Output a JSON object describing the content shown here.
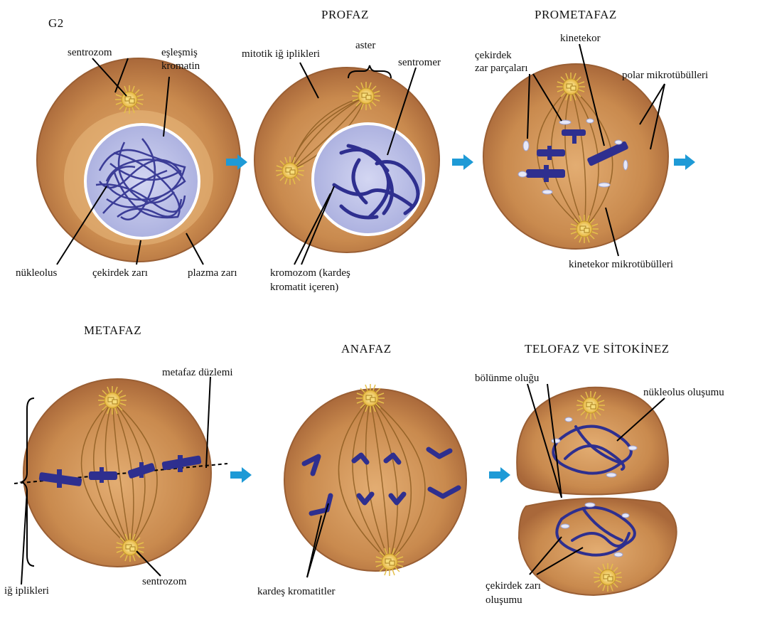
{
  "colors": {
    "cell_fill": "#c98a4e",
    "cell_inner": "#e0a96a",
    "cell_edge": "#a9683a",
    "chromosome": "#2e2f8f",
    "nucleus_fill": "#b9bde6",
    "spindle": "#8a5a1e",
    "centrosome": "#f3d06a",
    "arrow": "#1e9ad6",
    "leader": "#000000"
  },
  "stages": {
    "g2": {
      "title": "G2",
      "labels": {
        "centrosome": "sentrozom",
        "chromatin_1": "eşleşmiş",
        "chromatin_2": "kromatin",
        "nucleolus": "nükleolus",
        "nuclear_envelope": "çekirdek zarı",
        "plasma_membrane": "plazma zarı"
      }
    },
    "prophase": {
      "title": "PROFAZ",
      "labels": {
        "mitotic_spindle": "mitotik iğ iplikleri",
        "aster": "aster",
        "centromere": "sentromer",
        "chromosome_1": "kromozom (kardeş",
        "chromosome_2": "kromatit içeren)"
      }
    },
    "prometaphase": {
      "title": "PROMETAFAZ",
      "labels": {
        "nuclear_fragments_1": "çekirdek",
        "nuclear_fragments_2": "zar parçaları",
        "kinetochore": "kinetekor",
        "polar_microtubules": "polar mikrotübülleri",
        "kinetochore_microtubules": "kinetekor mikrotübülleri"
      }
    },
    "metaphase": {
      "title": "METAFAZ",
      "labels": {
        "metaphase_plate": "metafaz düzlemi",
        "centrosome": "sentrozom",
        "spindle": "iğ iplikleri"
      }
    },
    "anaphase": {
      "title": "ANAFAZ",
      "labels": {
        "sister_chromatids": "kardeş kromatitler"
      }
    },
    "telophase": {
      "title": "TELOFAZ VE SİTOKİNEZ",
      "labels": {
        "cleavage_furrow": "bölünme oluğu",
        "nucleolus_forming": "nükleolus oluşumu",
        "nuclear_envelope_1": "çekirdek zarı",
        "nuclear_envelope_2": "oluşumu"
      }
    }
  }
}
